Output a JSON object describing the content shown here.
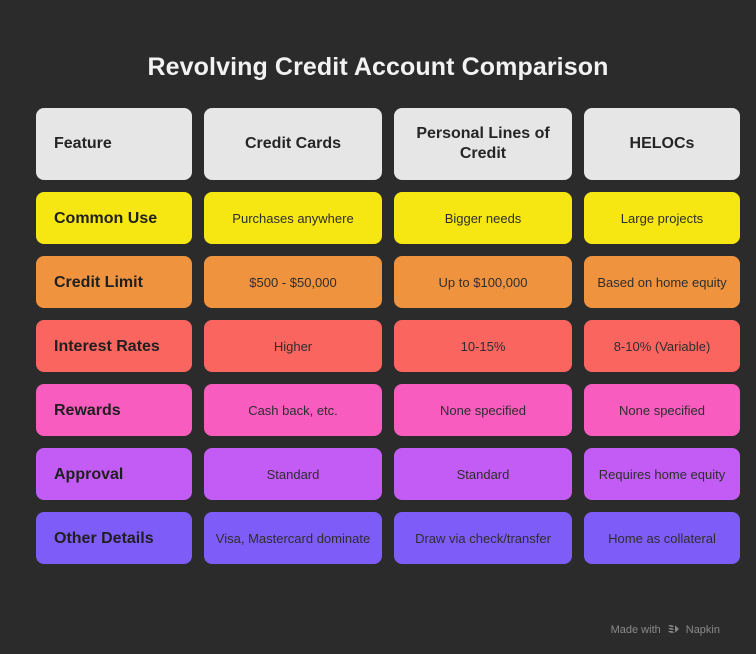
{
  "title": "Revolving Credit Account Comparison",
  "colors": {
    "background": "#2b2b2b",
    "header": "#e6e6e6",
    "row_common_use": "#f6e611",
    "row_credit_limit": "#f0933f",
    "row_interest_rates": "#fb6560",
    "row_rewards": "#f75cbe",
    "row_approval": "#c35cf5",
    "row_other_details": "#7e5cf7",
    "title_text": "#f2f2f2",
    "cell_text": "#2b2b2b",
    "footer_text": "#8a8a8a"
  },
  "table": {
    "headers": [
      "Feature",
      "Credit Cards",
      "Personal Lines of Credit",
      "HELOCs"
    ],
    "rows": [
      {
        "label": "Common Use",
        "color_key": "row_common_use",
        "values": [
          "Purchases anywhere",
          "Bigger needs",
          "Large projects"
        ]
      },
      {
        "label": "Credit Limit",
        "color_key": "row_credit_limit",
        "values": [
          "$500 - $50,000",
          "Up to $100,000",
          "Based on home equity"
        ]
      },
      {
        "label": "Interest Rates",
        "color_key": "row_interest_rates",
        "values": [
          "Higher",
          "10-15%",
          "8-10% (Variable)"
        ]
      },
      {
        "label": "Rewards",
        "color_key": "row_rewards",
        "values": [
          "Cash back, etc.",
          "None specified",
          "None specified"
        ]
      },
      {
        "label": "Approval",
        "color_key": "row_approval",
        "values": [
          "Standard",
          "Standard",
          "Requires home equity"
        ]
      },
      {
        "label": "Other Details",
        "color_key": "row_other_details",
        "values": [
          "Visa, Mastercard dominate",
          "Draw via check/transfer",
          "Home as collateral"
        ]
      }
    ]
  },
  "footer": {
    "made_with": "Made with",
    "brand": "Napkin",
    "logo_icon": "napkin-chevrons-icon"
  }
}
